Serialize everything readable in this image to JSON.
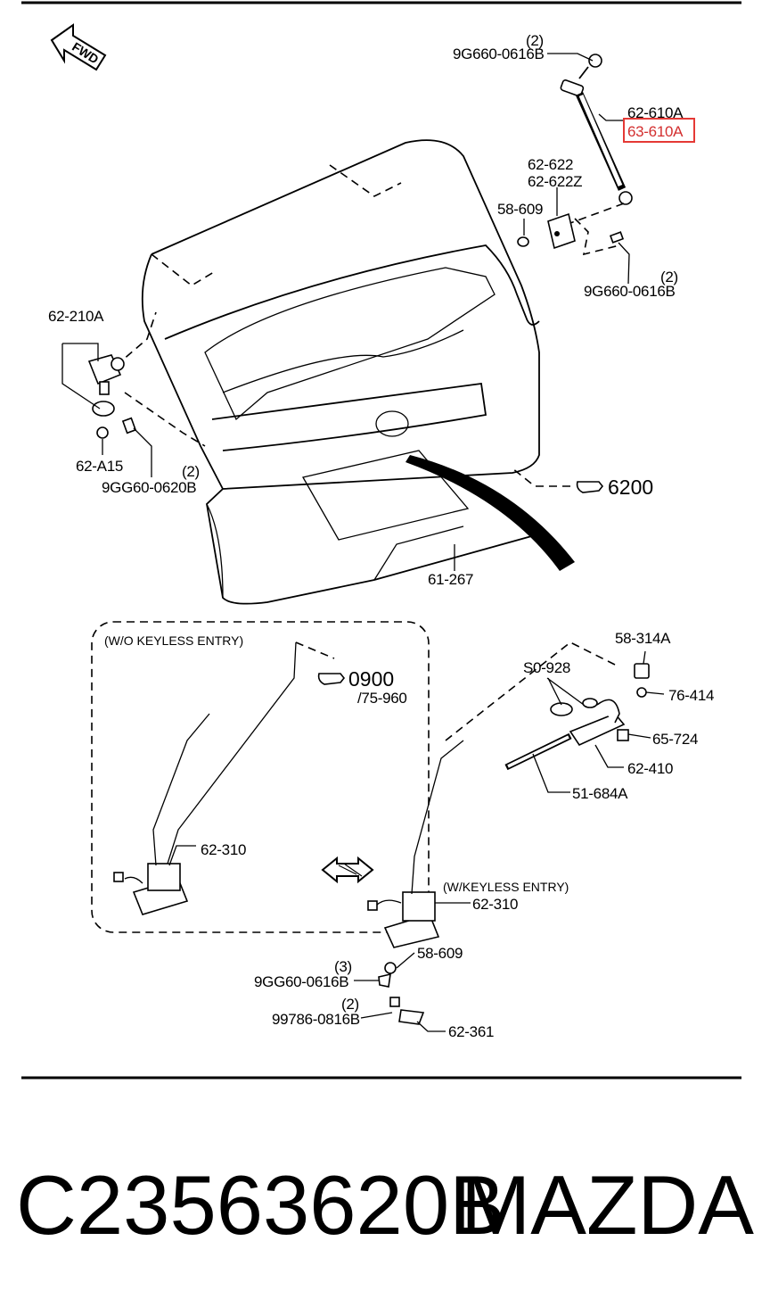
{
  "diagram": {
    "fwd_label": "FWD",
    "callouts": [
      {
        "id": "c1",
        "qty": "(2)",
        "part": "9G660-0616B"
      },
      {
        "id": "c2",
        "part": "62-610A"
      },
      {
        "id": "c3",
        "part": "63-610A",
        "highlighted": true
      },
      {
        "id": "c4",
        "part": "62-622"
      },
      {
        "id": "c5",
        "part": "62-622Z"
      },
      {
        "id": "c6",
        "part": "58-609"
      },
      {
        "id": "c7",
        "qty": "(2)",
        "part": "9G660-0616B"
      },
      {
        "id": "c8",
        "part": "62-210A"
      },
      {
        "id": "c9",
        "part": "62-A15"
      },
      {
        "id": "c10",
        "qty": "(2)",
        "part": "9GG60-0620B"
      },
      {
        "id": "c11",
        "part": "6200"
      },
      {
        "id": "c12",
        "part": "61-267"
      },
      {
        "id": "c13",
        "part": "0900"
      },
      {
        "id": "c14",
        "part": "/75-960"
      },
      {
        "id": "c15",
        "part": "62-310"
      },
      {
        "id": "c16",
        "part": "58-314A"
      },
      {
        "id": "c17",
        "part": "S0-928"
      },
      {
        "id": "c18",
        "part": "76-414"
      },
      {
        "id": "c19",
        "part": "65-724"
      },
      {
        "id": "c20",
        "part": "62-410"
      },
      {
        "id": "c21",
        "part": "51-684A"
      },
      {
        "id": "c22",
        "part": "62-310"
      },
      {
        "id": "c23",
        "part": "58-609"
      },
      {
        "id": "c24",
        "qty": "(3)",
        "part": "9GG60-0616B"
      },
      {
        "id": "c25",
        "qty": "(2)",
        "part": "99786-0816B"
      },
      {
        "id": "c26",
        "part": "62-361"
      }
    ],
    "wo_keyless": "(W/O KEYLESS ENTRY)",
    "w_keyless": "(W/KEYLESS ENTRY)",
    "colors": {
      "highlight": "#e53935",
      "ink": "#000000"
    }
  },
  "caption": {
    "part_number": "C23563620B",
    "brand": "MAZDA"
  }
}
